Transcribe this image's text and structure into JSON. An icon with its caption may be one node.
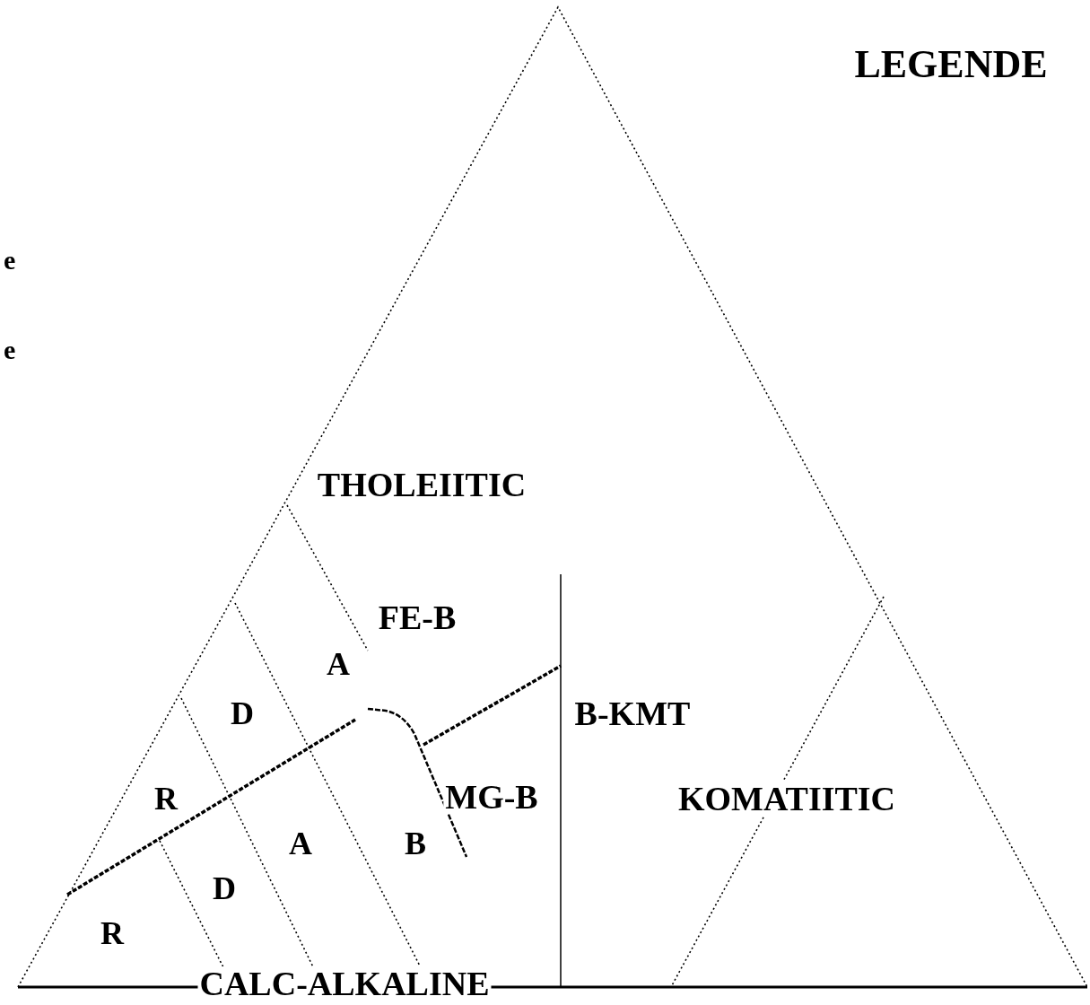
{
  "diagram": {
    "labels": [
      "LEGENDE",
      "e",
      "e",
      "THOLEIITIC",
      "FE-B",
      "A",
      "D",
      "B-KMT",
      "R",
      "MG-B",
      "KOMATIITIC",
      "A",
      "B",
      "D",
      "R",
      "CALC-ALKALINE"
    ]
  }
}
